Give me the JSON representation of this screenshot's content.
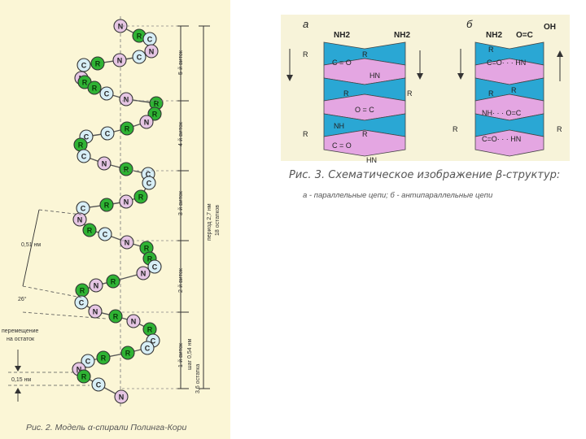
{
  "fig2": {
    "caption": "Рис. 2. Модель α-спирали Полинга-Кори",
    "labels": {
      "dist051": "0,51 нм",
      "angle": "26°",
      "shift1": "перемещение",
      "shift2": "на остаток",
      "dist015": "0,15 нм"
    },
    "vertical": {
      "turn5": "5-й виток",
      "turn4": "4-й виток",
      "turn3": "3-й виток",
      "turn2": "2-й виток",
      "turn1": "1-й виток",
      "pitch": "шаг 0,54 нм",
      "residues36": "3,6 остатка",
      "period": "период 2,7 нм",
      "residues18": "18 остатков"
    },
    "atom_letters": {
      "N": "N",
      "C": "C",
      "R": "R"
    },
    "colors": {
      "N": "#e6c6e4",
      "C": "#d7eef6",
      "R": "#2fb334",
      "bg": "#fbf6d6"
    }
  },
  "fig3": {
    "caption": "Рис. 3. Схематическое изображение β-структур:",
    "subcaption": "а - параллельные цепи; б - антипараллельные цепи",
    "panel_a": {
      "tag": "а",
      "nh2_left": "NH2",
      "nh2_right": "NH2",
      "R": "R",
      "co": "C = O",
      "hn": "HN",
      "oc": "O = C",
      "nh": "NH"
    },
    "panel_b": {
      "tag": "б",
      "nh2": "NH2",
      "occ": "O=C",
      "oh": "OH",
      "R": "R",
      "co_hn": "C=O· · · HN",
      "nh_oc": "NH· · · O=C",
      "co_hn2": "C=O· · · HN"
    },
    "colors": {
      "blue": "#2aa7d4",
      "pink": "#e4a6e2",
      "bg": "#f7f3d9"
    }
  }
}
